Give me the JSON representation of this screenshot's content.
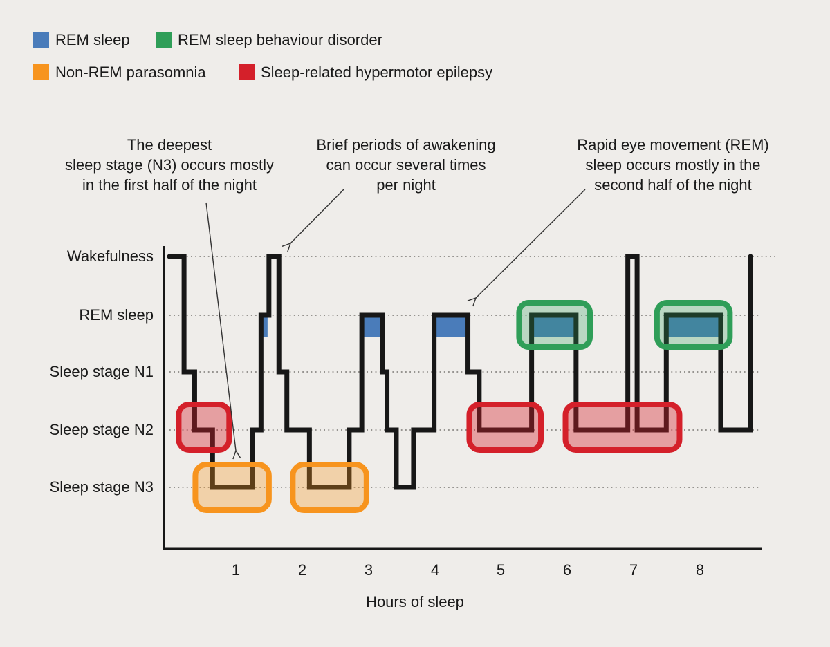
{
  "legend": {
    "items": [
      {
        "label": "REM sleep",
        "color": "#4a7cba"
      },
      {
        "label": "REM sleep behaviour disorder",
        "color": "#2f9e58"
      },
      {
        "label": "Non-REM parasomnia",
        "color": "#f7941e"
      },
      {
        "label": "Sleep-related hypermotor epilepsy",
        "color": "#d4202a"
      }
    ]
  },
  "annotations": [
    {
      "lines": [
        "The deepest",
        "sleep stage (N3) occurs mostly",
        "in the first half of the night"
      ]
    },
    {
      "lines": [
        "Brief periods of awakening",
        "can occur several times",
        "per night"
      ]
    },
    {
      "lines": [
        "Rapid eye movement (REM)",
        "sleep occurs mostly in the",
        "second half of the night"
      ]
    }
  ],
  "axes": {
    "y_labels": [
      "Wakefulness",
      "REM sleep",
      "Sleep stage N1",
      "Sleep stage N2",
      "Sleep stage N3"
    ],
    "x_ticks": [
      "1",
      "2",
      "3",
      "4",
      "5",
      "6",
      "7",
      "8"
    ],
    "x_title": "Hours of sleep"
  },
  "chart_data": {
    "type": "line",
    "subtype": "hypnogram-step",
    "xlabel": "Hours of sleep",
    "x_range_hours": [
      0,
      8.8
    ],
    "stages": [
      "Wakefulness",
      "REM sleep",
      "Sleep stage N1",
      "Sleep stage N2",
      "Sleep stage N3"
    ],
    "grid": "dotted-horizontal",
    "segments_hour_start_end_stage": [
      [
        0.0,
        0.22,
        "wake"
      ],
      [
        0.22,
        0.38,
        "n1"
      ],
      [
        0.38,
        0.65,
        "n2"
      ],
      [
        0.65,
        1.25,
        "n3"
      ],
      [
        1.25,
        1.38,
        "n2"
      ],
      [
        1.38,
        1.5,
        "rem"
      ],
      [
        1.5,
        1.65,
        "wake"
      ],
      [
        1.65,
        1.77,
        "n1"
      ],
      [
        1.77,
        2.11,
        "n2"
      ],
      [
        2.11,
        2.71,
        "n3"
      ],
      [
        2.71,
        2.9,
        "n2"
      ],
      [
        2.9,
        3.21,
        "rem"
      ],
      [
        3.21,
        3.28,
        "n1"
      ],
      [
        3.28,
        3.42,
        "n2"
      ],
      [
        3.42,
        3.68,
        "n3"
      ],
      [
        3.68,
        3.99,
        "n2"
      ],
      [
        3.99,
        4.5,
        "rem"
      ],
      [
        4.5,
        4.67,
        "n1"
      ],
      [
        4.67,
        5.46,
        "n2"
      ],
      [
        5.46,
        6.13,
        "rem"
      ],
      [
        6.13,
        6.91,
        "n2"
      ],
      [
        6.91,
        7.05,
        "wake"
      ],
      [
        7.05,
        7.49,
        "n2"
      ],
      [
        7.49,
        8.31,
        "rem"
      ],
      [
        8.31,
        8.76,
        "n2"
      ],
      [
        8.76,
        8.76,
        "wake"
      ]
    ],
    "overlay_boxes": [
      {
        "type": "hypermotor_epilepsy",
        "stage": "n2",
        "hours": [
          0.14,
          0.9
        ]
      },
      {
        "type": "non_rem_parasomnia",
        "stage": "n3",
        "hours": [
          0.39,
          1.5
        ]
      },
      {
        "type": "non_rem_parasomnia",
        "stage": "n3",
        "hours": [
          1.86,
          2.97
        ]
      },
      {
        "type": "hypermotor_epilepsy",
        "stage": "n2",
        "hours": [
          4.52,
          5.6
        ]
      },
      {
        "type": "rem_behaviour_disorder",
        "stage": "rem",
        "hours": [
          5.27,
          6.34
        ]
      },
      {
        "type": "hypermotor_epilepsy",
        "stage": "n2",
        "hours": [
          5.97,
          7.69
        ]
      },
      {
        "type": "rem_behaviour_disorder",
        "stage": "rem",
        "hours": [
          7.35,
          8.45
        ]
      }
    ],
    "colors": {
      "background": "#efedea",
      "line": "#171717",
      "rem_fill": "#4a7cba",
      "gridline": "#8a8784",
      "arrow": "#333333",
      "rem_behaviour_disorder": {
        "border": "#2f9e58",
        "fill": "rgba(47,158,88,0.28)"
      },
      "non_rem_parasomnia": {
        "border": "#f7941e",
        "fill": "rgba(247,148,30,0.32)"
      },
      "hypermotor_epilepsy": {
        "border": "#d4202a",
        "fill": "rgba(212,32,42,0.38)"
      }
    }
  }
}
